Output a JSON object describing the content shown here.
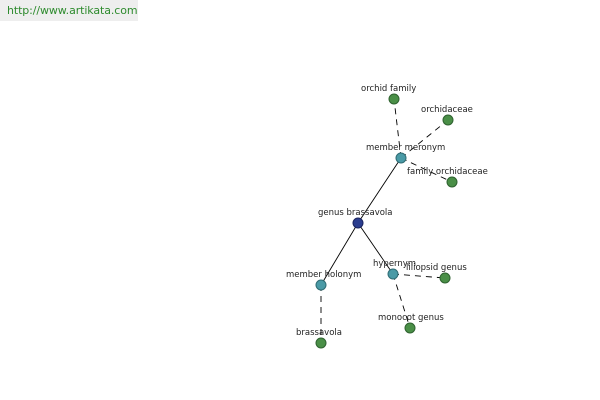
{
  "header": {
    "url": "http://www.artikata.com"
  },
  "graph": {
    "root": {
      "label": "genus brassavola"
    },
    "relations": {
      "member_meronym": {
        "label": "member meronym"
      },
      "hypernym": {
        "label": "hypernym"
      },
      "member_holonym": {
        "label": "member holonym"
      }
    },
    "leaves": {
      "orchid_family": {
        "label": "orchid family"
      },
      "orchidaceae": {
        "label": "orchidaceae"
      },
      "family_orchidaceae": {
        "label": "family orchidaceae"
      },
      "liliopsid_genus": {
        "label": "liliopsid genus"
      },
      "monocot_genus": {
        "label": "monocot genus"
      },
      "brassavola": {
        "label": "brassavola"
      }
    }
  },
  "colors": {
    "root": "#2b3d8f",
    "relation": "#4a9aa6",
    "leaf": "#4a8f47",
    "url_text": "#2e8b2e"
  }
}
